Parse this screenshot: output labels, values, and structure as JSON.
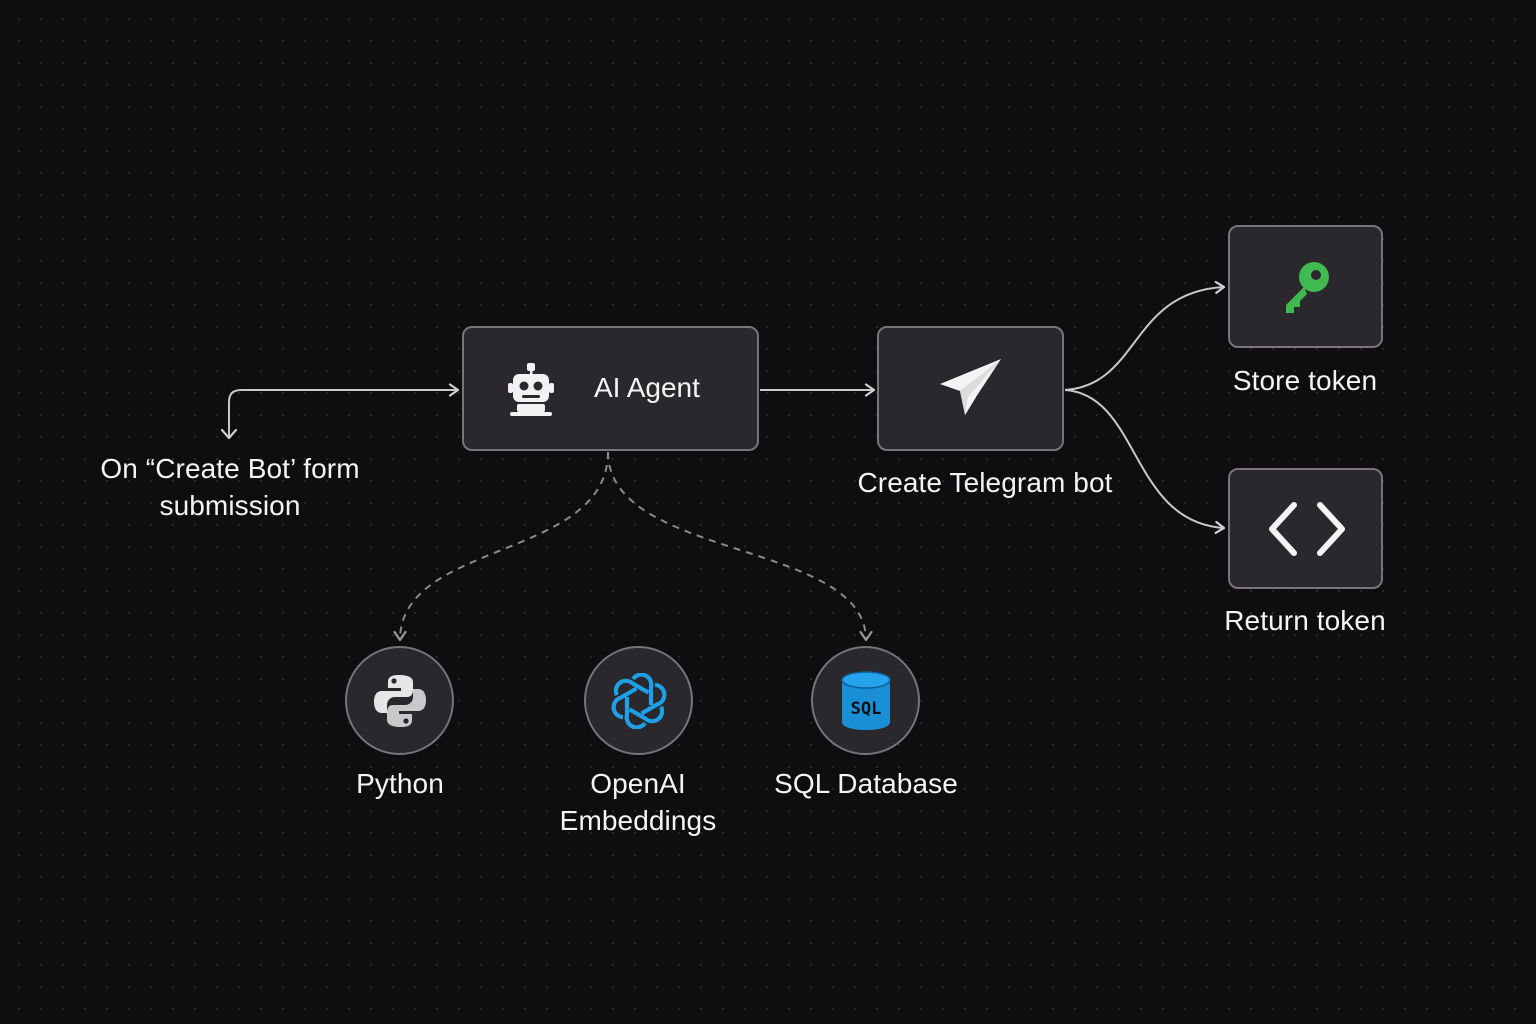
{
  "trigger": {
    "label_line1": "On “Create Bot’ form",
    "label_line2": "submission"
  },
  "agent": {
    "label": "AI Agent",
    "icon": "robot-icon"
  },
  "telegram": {
    "label": "Create Telegram bot",
    "icon": "telegram-send-icon"
  },
  "store_token": {
    "label": "Store token",
    "icon": "key-icon",
    "color": "#3fb950"
  },
  "return_token": {
    "label": "Return token",
    "icon": "code-brackets-icon"
  },
  "tools": {
    "python": {
      "label": "Python",
      "icon": "python-icon"
    },
    "openai": {
      "label_line1": "OpenAI",
      "label_line2": "Embeddings",
      "icon": "openai-icon",
      "color": "#1ea0e6"
    },
    "sql": {
      "label": "SQL Database",
      "icon": "sql-database-icon",
      "icon_text": "SQL",
      "color": "#1a8fd6"
    }
  },
  "colors": {
    "background": "#0e0d0f",
    "node_fill": "#2a282c",
    "node_border": "#77747a",
    "edge": "#c8c8c8",
    "dashed_edge": "#8a8a8a"
  }
}
